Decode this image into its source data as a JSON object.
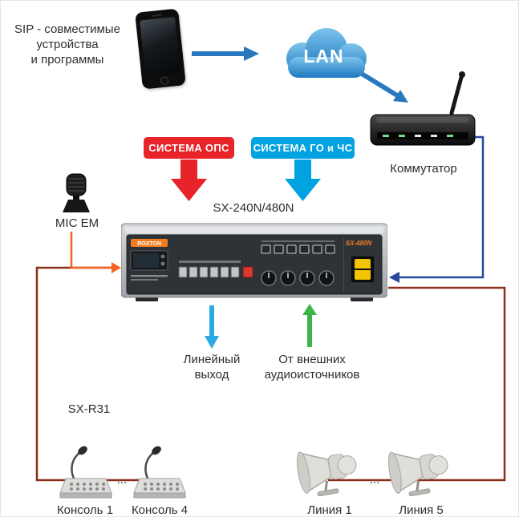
{
  "colors": {
    "red": "#e8232a",
    "blue": "#00a3e0",
    "arrow_blue": "#2878be",
    "navy": "#27489b",
    "orange": "#f26522",
    "maroon": "#8c2f1b",
    "cyan": "#29abe2",
    "green": "#39b54a",
    "cloud": "#2f8fd0"
  },
  "sip": {
    "line1": "SIP - совместимые",
    "line2": "устройства",
    "line3": "и программы"
  },
  "lan": "LAN",
  "router": {
    "label": "Коммутатор"
  },
  "badges": {
    "ops": "СИСТЕМА ОПС",
    "gochs": "СИСТЕМА ГО и ЧС"
  },
  "amplifier": {
    "label": "SX-240N/480N",
    "brand": "ROXTON",
    "front_model": "SX-480N"
  },
  "mic": {
    "label": "MIC EM"
  },
  "line_out": {
    "line1": "Линейный",
    "line2": "выход"
  },
  "ext_audio": {
    "line1": "От внешних",
    "line2": "аудиоисточников"
  },
  "consoles": {
    "model": "SX-R31",
    "first": "Консоль 1",
    "last": "Консоль 4",
    "ellipsis": "..."
  },
  "speakers": {
    "first": "Линия 1",
    "last": "Линия 5",
    "ellipsis": "..."
  }
}
